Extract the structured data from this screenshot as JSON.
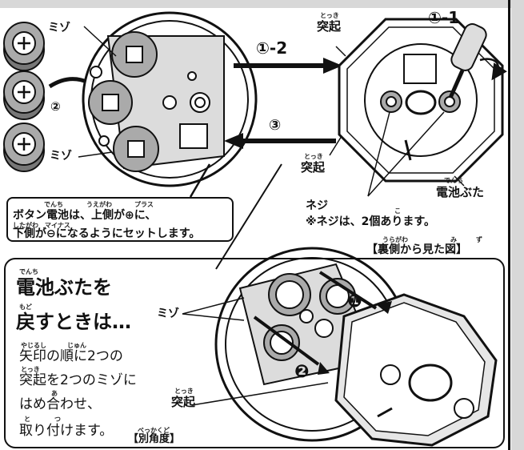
{
  "labels": {
    "mizo_top": "ミゾ",
    "mizo_left": "ミゾ",
    "mizo_bottom": "ミゾ",
    "step_num_2_circle": "②",
    "step_1_2": "①-2",
    "step_1_1": "①-1",
    "step_3": "③",
    "tokki_top": "突起",
    "tokki_mid": "突起",
    "tokki_bottom": "突起",
    "neji": "ネジ",
    "denchi_buta": "電池ぶた",
    "neji_note": "※ネジは、2個あります。",
    "back_view": "【裏側から見た図】",
    "other_angle": "【別角度】",
    "order_1": "❶",
    "order_2": "❷"
  },
  "ruby": {
    "tokki": "とっき",
    "denchi": "でんち",
    "uragawa": "うらがわ",
    "mi": "み",
    "zu": "ず",
    "ko": "こ",
    "uegawa": "うえがわ",
    "purasu": "プラス",
    "shitagawa": "したがわ",
    "mainasu": "マイナス",
    "modo": "もど",
    "yajirushi": "やじるし",
    "jun": "じゅん",
    "a": "あ",
    "to": "と",
    "tsu": "つ",
    "bekkakudo": "べっかくど"
  },
  "battery_note": {
    "line1": "ボタン電池は、上側が⊕に、",
    "line2": "下側が⊖になるようにセットします。"
  },
  "instructions": {
    "heading1": "電池ぶたを",
    "heading2": "戻すときは…",
    "body1": "矢印の順に2つの",
    "body2": "突起を2つのミゾに",
    "body3": "はめ合わせ、",
    "body4": "取り付けます。"
  }
}
